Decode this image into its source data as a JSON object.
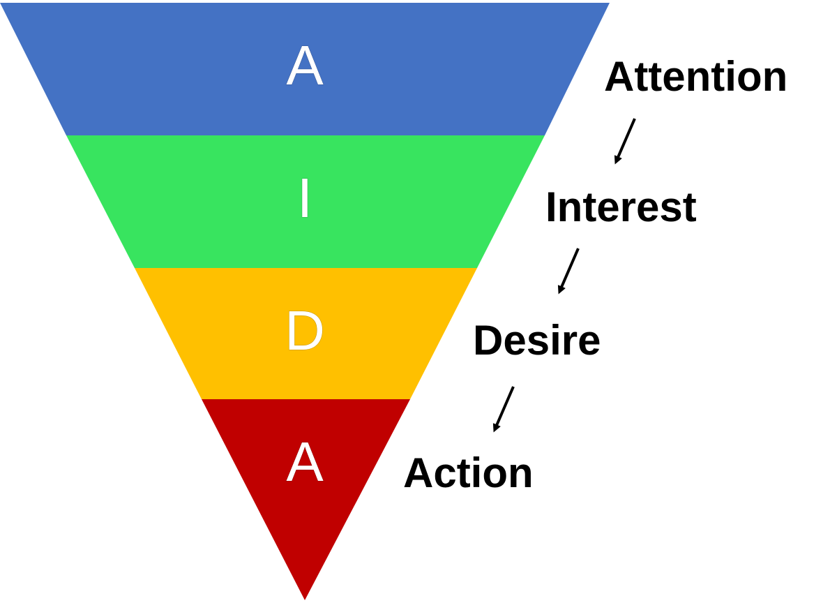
{
  "funnel": {
    "tiers": [
      {
        "letter": "A",
        "color": "#4472C4"
      },
      {
        "letter": "I",
        "color": "#38E45F"
      },
      {
        "letter": "D",
        "color": "#FFC000"
      },
      {
        "letter": "A",
        "color": "#C00000"
      }
    ]
  },
  "stages": [
    {
      "label": "Attention"
    },
    {
      "label": "Interest"
    },
    {
      "label": "Desire"
    },
    {
      "label": "Action"
    }
  ],
  "arrow_color": "#000000",
  "text_color": "#000000",
  "letter_color": "#FFFFFF"
}
